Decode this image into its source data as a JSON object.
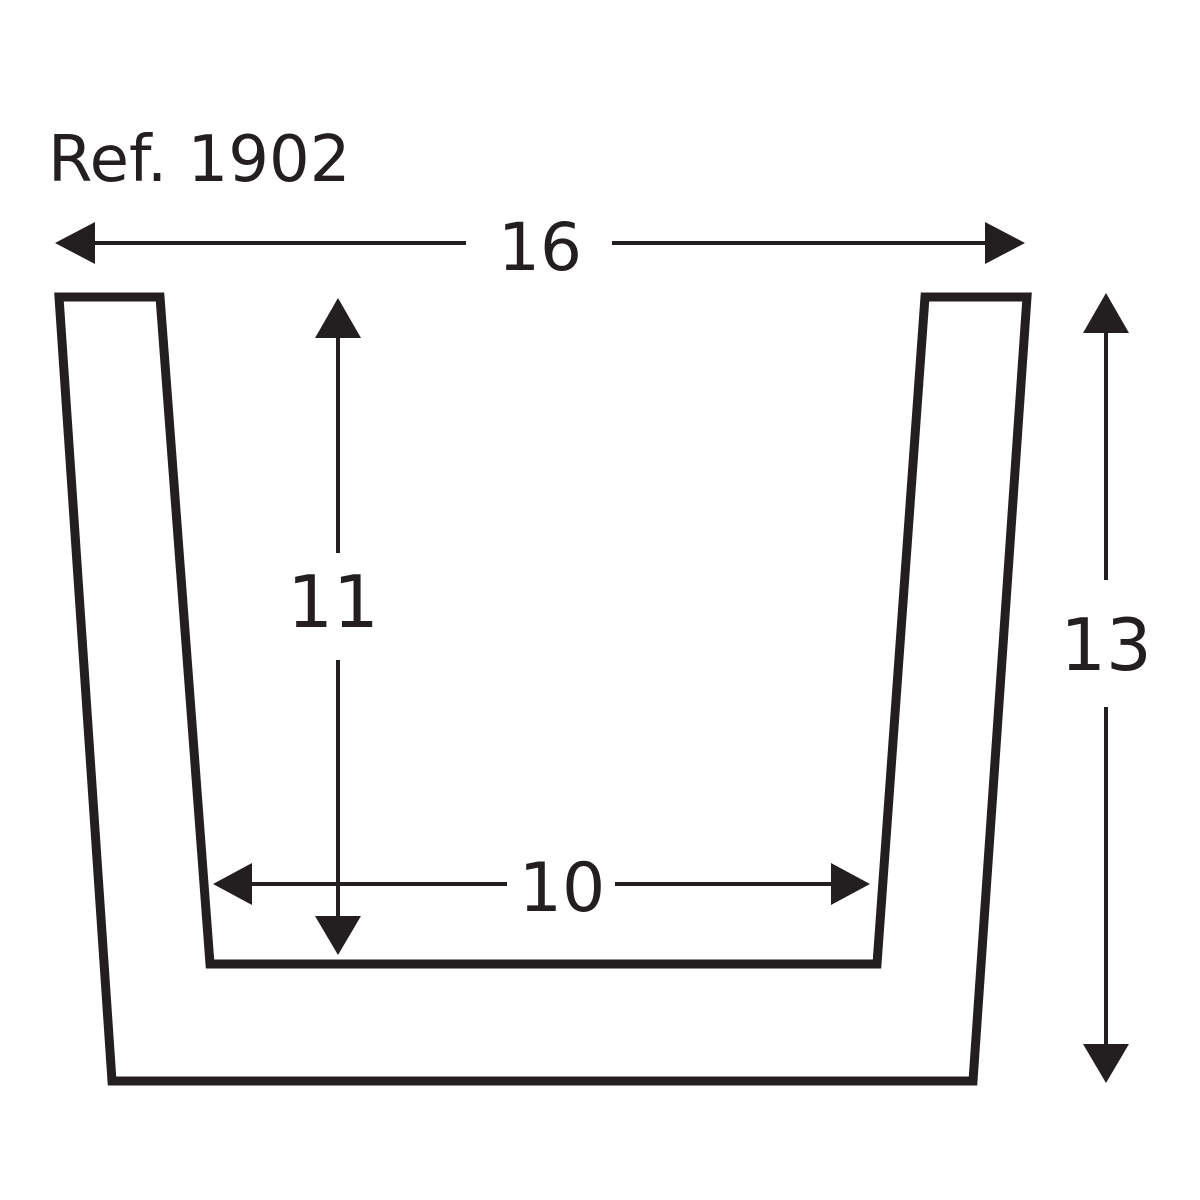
{
  "title": "Ref. 1902",
  "colors": {
    "ink": "#231f20",
    "background": "#ffffff"
  },
  "dimensions": {
    "overall_width": "16",
    "inner_width": "10",
    "inner_depth": "11",
    "overall_height": "13"
  },
  "shape": "U-channel profile (tapered walls)"
}
